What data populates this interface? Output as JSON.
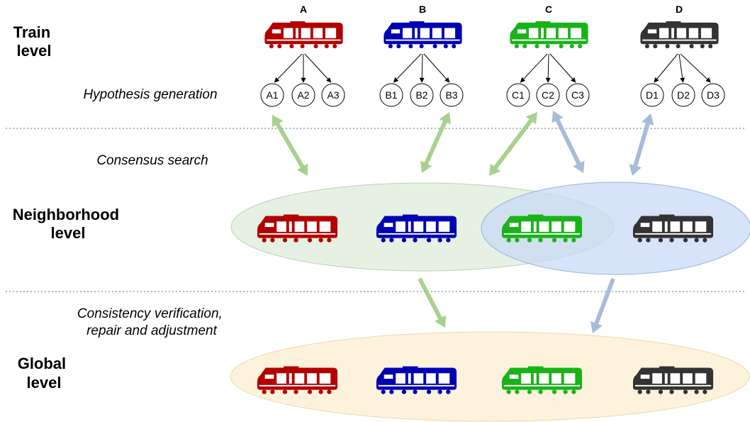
{
  "levels": {
    "train": [
      "Train",
      "level"
    ],
    "neighborhood": [
      "Neighborhood",
      "level"
    ],
    "global": [
      "Global",
      "level"
    ]
  },
  "steps": {
    "hypothesis": "Hypothesis generation",
    "consensus": "Consensus search",
    "consistency": [
      "Consistency verification,",
      "repair and adjustment"
    ]
  },
  "trains": [
    {
      "id": "A",
      "color": "#b30000",
      "hypotheses": [
        "A1",
        "A2",
        "A3"
      ]
    },
    {
      "id": "B",
      "color": "#0000b3",
      "hypotheses": [
        "B1",
        "B2",
        "B3"
      ]
    },
    {
      "id": "C",
      "color": "#19b319",
      "hypotheses": [
        "C1",
        "C2",
        "C3"
      ]
    },
    {
      "id": "D",
      "color": "#333333",
      "hypotheses": [
        "D1",
        "D2",
        "D3"
      ]
    }
  ],
  "colors": {
    "green_arrow": "#a9d18e",
    "blue_arrow": "#a7bcd9",
    "neighborhood_green_fill": "#e3efe0",
    "neighborhood_blue_fill": "#c9daf5",
    "global_fill": "#fdf3dc",
    "separator": "#6b8fb5"
  }
}
